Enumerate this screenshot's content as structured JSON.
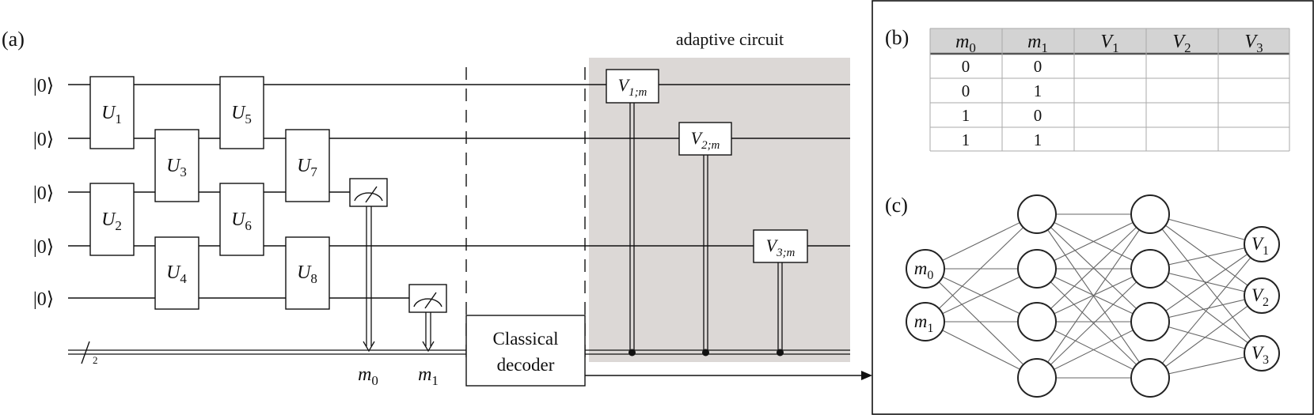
{
  "panels": {
    "a": "(a)",
    "b": "(b)",
    "c": "(c)"
  },
  "circuit": {
    "qubit_labels": [
      "|0⟩",
      "|0⟩",
      "|0⟩",
      "|0⟩",
      "|0⟩"
    ],
    "gates": [
      {
        "base": "U",
        "sub": "1"
      },
      {
        "base": "U",
        "sub": "2"
      },
      {
        "base": "U",
        "sub": "3"
      },
      {
        "base": "U",
        "sub": "4"
      },
      {
        "base": "U",
        "sub": "5"
      },
      {
        "base": "U",
        "sub": "6"
      },
      {
        "base": "U",
        "sub": "7"
      },
      {
        "base": "U",
        "sub": "8"
      }
    ],
    "register_size": "2",
    "measurement_outputs": [
      {
        "base": "m",
        "sub": "0"
      },
      {
        "base": "m",
        "sub": "1"
      }
    ],
    "decoder": {
      "line1": "Classical",
      "line2": "decoder"
    },
    "adaptive_title": "adaptive circuit",
    "adaptive_gates": [
      {
        "base": "V",
        "sub": "1;m"
      },
      {
        "base": "V",
        "sub": "2;m"
      },
      {
        "base": "V",
        "sub": "3;m"
      }
    ]
  },
  "table": {
    "headers": [
      {
        "base": "m",
        "sub": "0"
      },
      {
        "base": "m",
        "sub": "1"
      },
      {
        "base": "V",
        "sub": "1"
      },
      {
        "base": "V",
        "sub": "2"
      },
      {
        "base": "V",
        "sub": "3"
      }
    ],
    "rows": [
      [
        "0",
        "0",
        "",
        "",
        ""
      ],
      [
        "0",
        "1",
        "",
        "",
        ""
      ],
      [
        "1",
        "0",
        "",
        "",
        ""
      ],
      [
        "1",
        "1",
        "",
        "",
        ""
      ]
    ]
  },
  "network": {
    "input_labels": [
      {
        "base": "m",
        "sub": "0"
      },
      {
        "base": "m",
        "sub": "1"
      }
    ],
    "hidden_layers": [
      4,
      4
    ],
    "output_labels": [
      {
        "base": "V",
        "sub": "1"
      },
      {
        "base": "V",
        "sub": "2"
      },
      {
        "base": "V",
        "sub": "3"
      }
    ]
  },
  "colors": {
    "adaptive_background": "#dcd8d6",
    "table_header": "#d3d3d3"
  }
}
